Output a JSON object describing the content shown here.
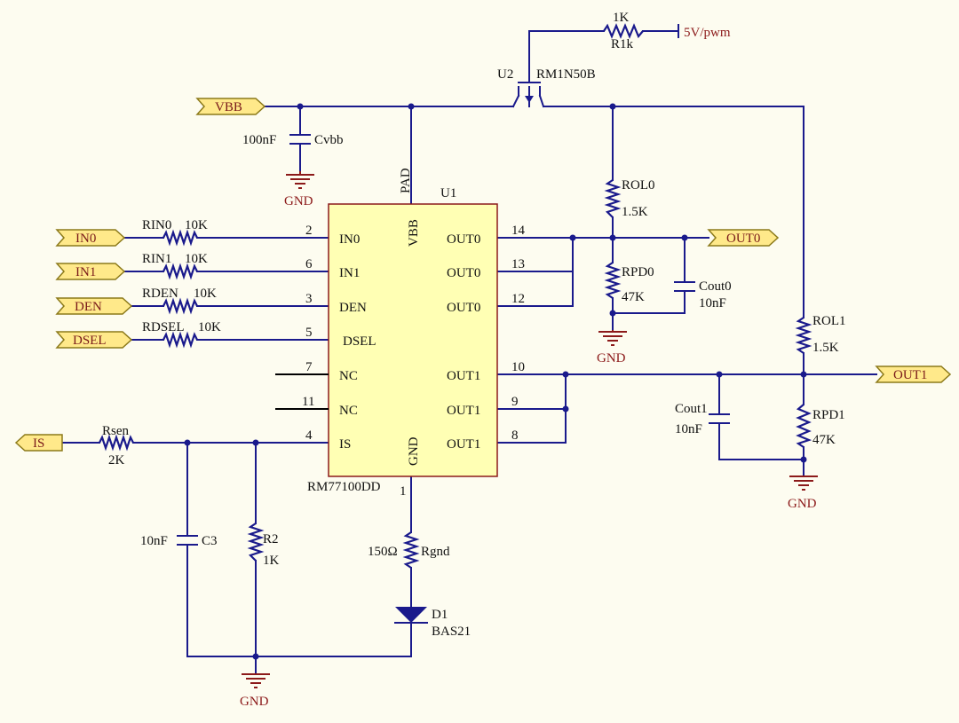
{
  "ic": {
    "ref": "U1",
    "part": "RM77100DD",
    "pins": {
      "pad": "PAD",
      "vbb": "VBB",
      "gnd": "GND",
      "gnd_num": "1",
      "in0": {
        "num": "2",
        "label": "IN0"
      },
      "in1": {
        "num": "6",
        "label": "IN1"
      },
      "den": {
        "num": "3",
        "label": "DEN"
      },
      "dsel": {
        "num": "5",
        "label": "DSEL"
      },
      "nc7": {
        "num": "7",
        "label": "NC"
      },
      "nc11": {
        "num": "11",
        "label": "NC"
      },
      "is": {
        "num": "4",
        "label": "IS"
      },
      "out0a": {
        "num": "14",
        "label": "OUT0"
      },
      "out0b": {
        "num": "13",
        "label": "OUT0"
      },
      "out0c": {
        "num": "12",
        "label": "OUT0"
      },
      "out1a": {
        "num": "10",
        "label": "OUT1"
      },
      "out1b": {
        "num": "9",
        "label": "OUT1"
      },
      "out1c": {
        "num": "8",
        "label": "OUT1"
      }
    }
  },
  "mosfet": {
    "ref": "U2",
    "part": "RM1N50B"
  },
  "ports": {
    "vbb": "VBB",
    "in0": "IN0",
    "in1": "IN1",
    "den": "DEN",
    "dsel": "DSEL",
    "is": "IS",
    "out0": "OUT0",
    "out1": "OUT1",
    "pwm": "5V/pwm"
  },
  "components": {
    "r1k": {
      "value": "1K",
      "ref": "R1k"
    },
    "cvbb": {
      "value": "100nF",
      "ref": "Cvbb"
    },
    "rin0": {
      "ref": "RIN0",
      "value": "10K"
    },
    "rin1": {
      "ref": "RIN1",
      "value": "10K"
    },
    "rden": {
      "ref": "RDEN",
      "value": "10K"
    },
    "rdsel": {
      "ref": "RDSEL",
      "value": "10K"
    },
    "rol0": {
      "ref": "ROL0",
      "value": "1.5K"
    },
    "rpd0": {
      "ref": "RPD0",
      "value": "47K"
    },
    "cout0": {
      "ref": "Cout0",
      "value": "10nF"
    },
    "rol1": {
      "ref": "ROL1",
      "value": "1.5K"
    },
    "rpd1": {
      "ref": "RPD1",
      "value": "47K"
    },
    "cout1": {
      "ref": "Cout1",
      "value": "10nF"
    },
    "rsen": {
      "ref": "Rsen",
      "value": "2K"
    },
    "c3": {
      "ref": "C3",
      "value": "10nF"
    },
    "r2": {
      "ref": "R2",
      "value": "1K"
    },
    "rgnd": {
      "ref": "Rgnd",
      "value": "150Ω"
    },
    "d1": {
      "ref": "D1",
      "value": "BAS21"
    }
  },
  "gnd_label": "GND",
  "colors": {
    "wire": "#1a1a8c",
    "ground": "#8c1a1a",
    "ic_fill": "#ffffb4",
    "port_fill": "#ffe98a",
    "background": "#fdfcf0"
  }
}
